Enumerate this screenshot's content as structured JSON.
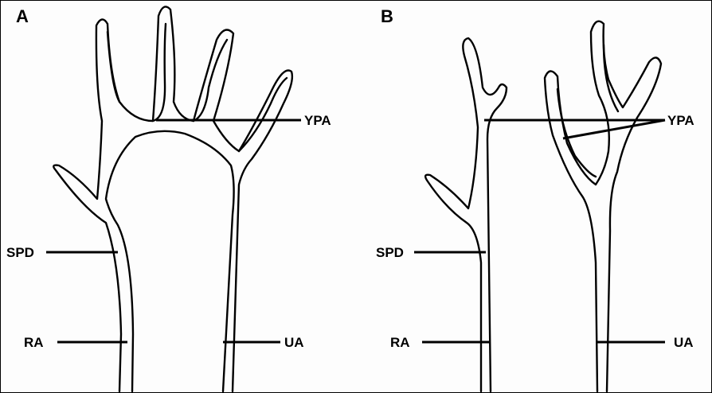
{
  "panels": [
    {
      "letter": "A",
      "labels": {
        "ypa": "YPA",
        "spd": "SPD",
        "ra": "RA",
        "ua": "UA"
      }
    },
    {
      "letter": "B",
      "labels": {
        "ypa": "YPA",
        "spd": "SPD",
        "ra": "RA",
        "ua": "UA"
      }
    }
  ]
}
